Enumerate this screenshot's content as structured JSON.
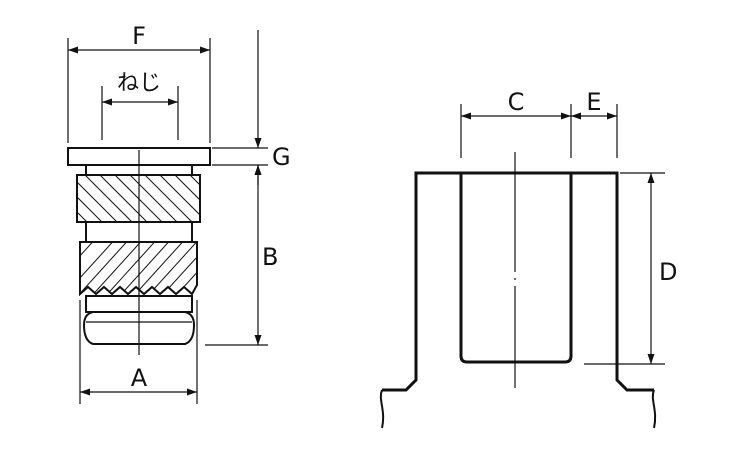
{
  "labels": {
    "F": "F",
    "thread": "ねじ",
    "G": "G",
    "B": "B",
    "A": "A",
    "C": "C",
    "E": "E",
    "D": "D"
  }
}
